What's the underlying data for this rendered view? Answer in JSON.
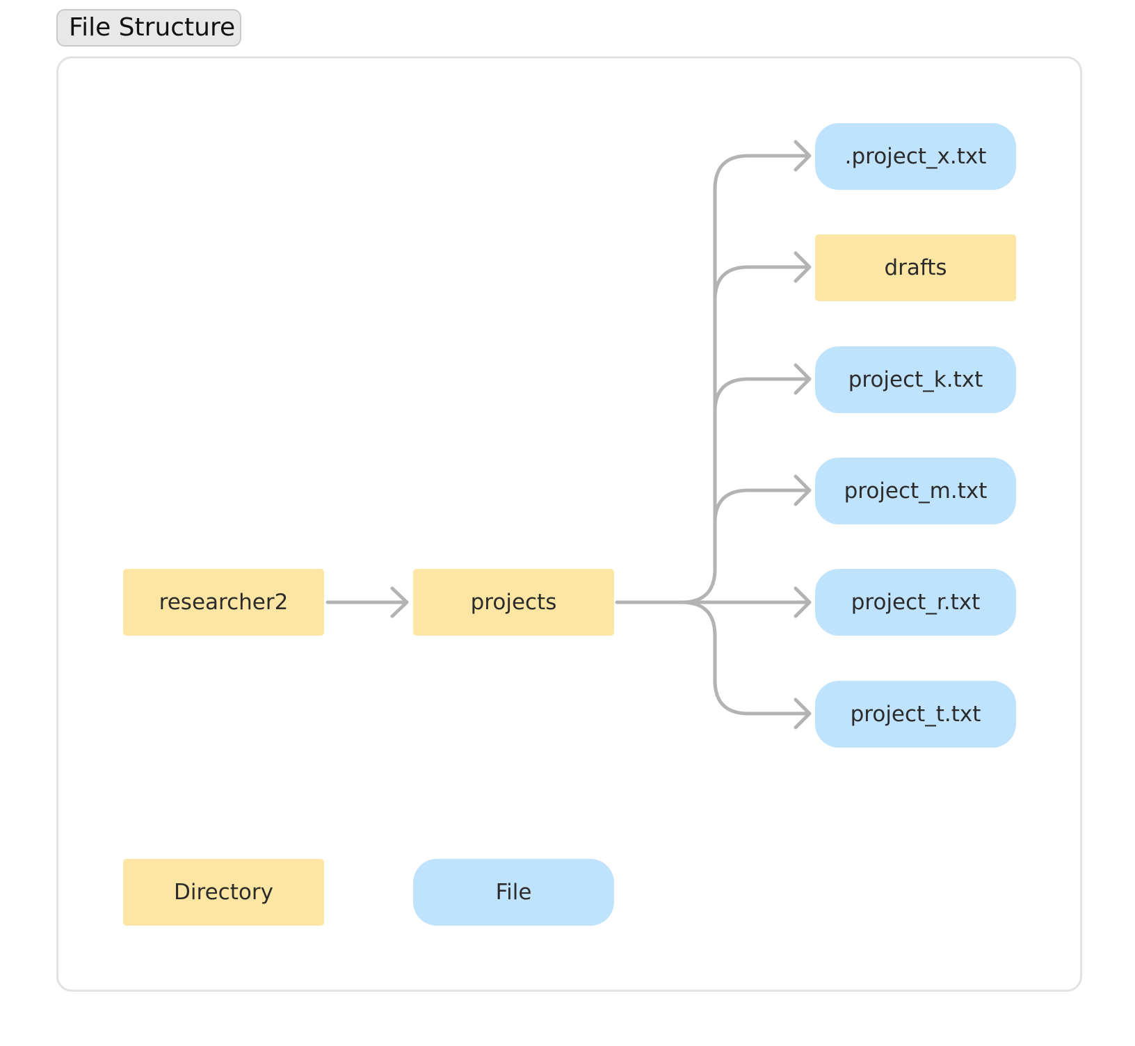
{
  "title": "File Structure",
  "colors": {
    "directory": "#fde6a3",
    "file": "#bfe3fc",
    "edge": "#b3b3b3",
    "panel_border": "#e2e2e2"
  },
  "tree": {
    "root": "researcher2",
    "child": "projects",
    "items": [
      {
        "label": ".project_x.txt",
        "kind": "file"
      },
      {
        "label": "drafts",
        "kind": "directory"
      },
      {
        "label": "project_k.txt",
        "kind": "file"
      },
      {
        "label": "project_m.txt",
        "kind": "file"
      },
      {
        "label": "project_r.txt",
        "kind": "file"
      },
      {
        "label": "project_t.txt",
        "kind": "file"
      }
    ]
  },
  "legend": {
    "directory": "Directory",
    "file": "File"
  }
}
